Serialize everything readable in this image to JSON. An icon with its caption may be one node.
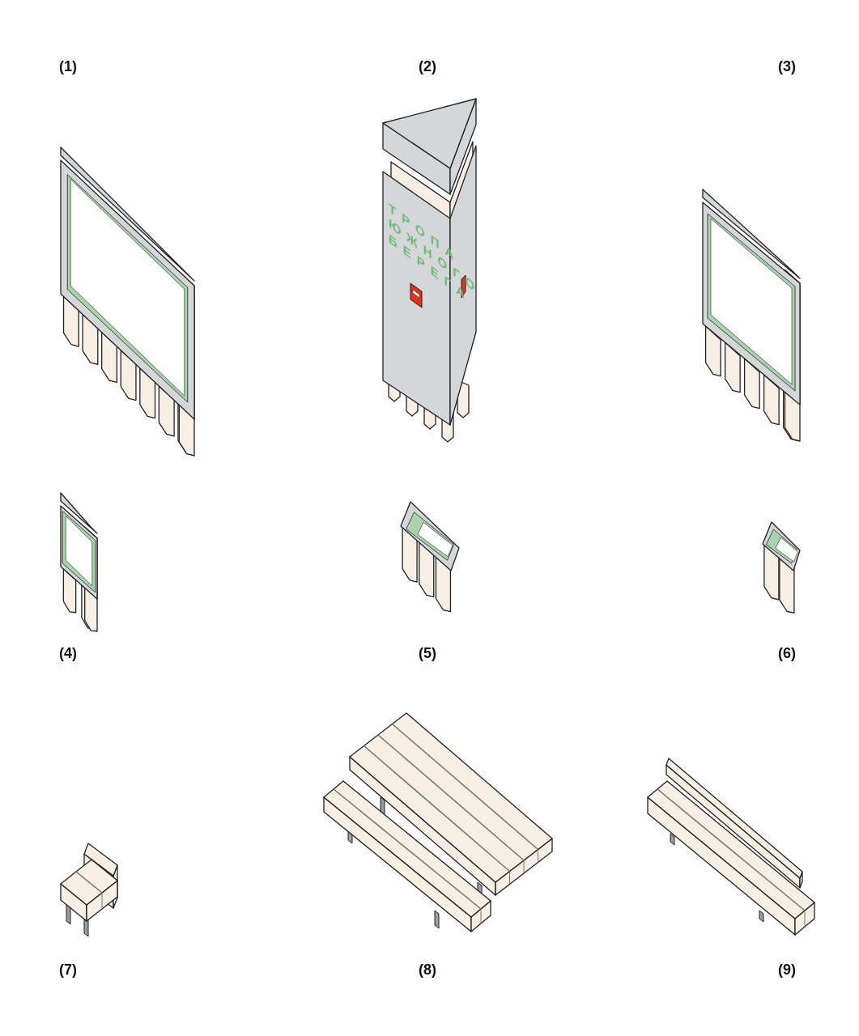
{
  "diagram": {
    "labels": [
      "(1)",
      "(2)",
      "(3)",
      "ТРОПА ЮЖНОГО БЕРЕГА",
      "(4)",
      "(5)",
      "(6)",
      "(7)",
      "(8)",
      "(9)"
    ]
  }
}
